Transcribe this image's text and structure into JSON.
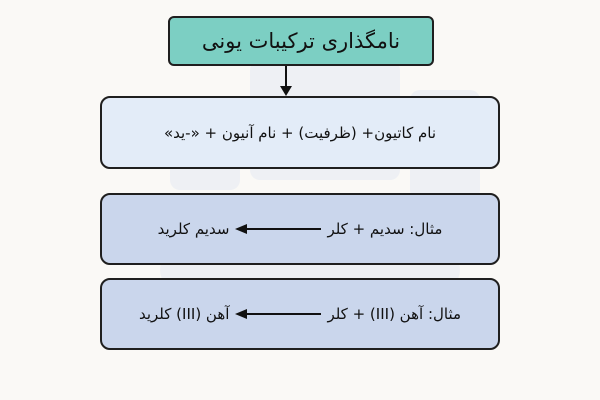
{
  "title": "نامگذاری ترکیبات یونی",
  "rule": "نام کاتیون+ (ظرفیت) + نام آنیون + «-ید»",
  "examples": [
    {
      "left": "مثال: سدیم + کلر",
      "right": "سدیم کلرید"
    },
    {
      "left": "مثال: آهن (III) + کلر",
      "right": "آهن (III) کلرید"
    }
  ],
  "colors": {
    "title_bg": "#7ccfc3",
    "rule_bg": "#e3ecf8",
    "example_bg": "#cad6ec",
    "border": "#1f1f1f"
  }
}
